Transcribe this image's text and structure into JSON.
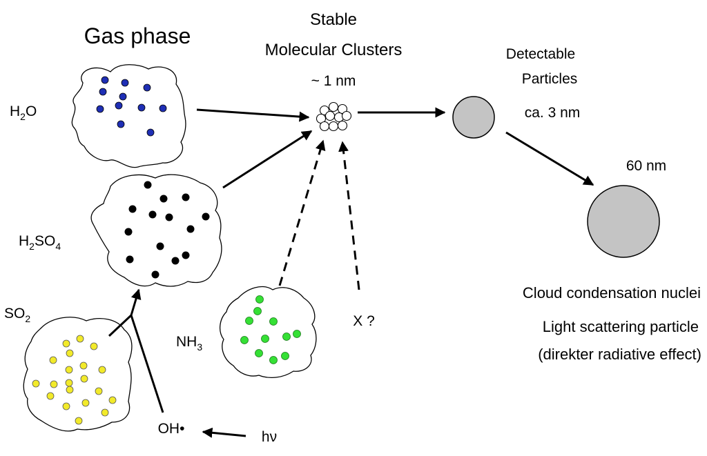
{
  "labels": {
    "gas_phase": "Gas phase",
    "stable_line1": "Stable",
    "stable_line2": "Molecular Clusters",
    "cluster_size": "~ 1 nm",
    "detectable_line1": "Detectable",
    "detectable_line2": "Particles",
    "detectable_size": "ca. 3 nm",
    "large_size": "60 nm",
    "ccn": "Cloud condensation nuclei",
    "light_line1": "Light scattering particle",
    "light_line2": "(direkter radiative effect)",
    "unknown": "X ?",
    "hv": "hν",
    "oh": "OH•"
  },
  "species": {
    "h2o": {
      "main": "H",
      "sub1": "2",
      "rest": "O"
    },
    "h2so4": {
      "main": "H",
      "sub1": "2",
      "mid": "SO",
      "sub2": "4"
    },
    "so2": {
      "main": "SO",
      "sub1": "2"
    },
    "nh3": {
      "main": "NH",
      "sub1": "3"
    }
  },
  "colors": {
    "h2o_dots": "#1f2fb5",
    "h2so4_dots": "#000000",
    "so2_dots": "#f2ea2a",
    "nh3_dots": "#35e035",
    "particle_fill": "#c4c4c4"
  }
}
